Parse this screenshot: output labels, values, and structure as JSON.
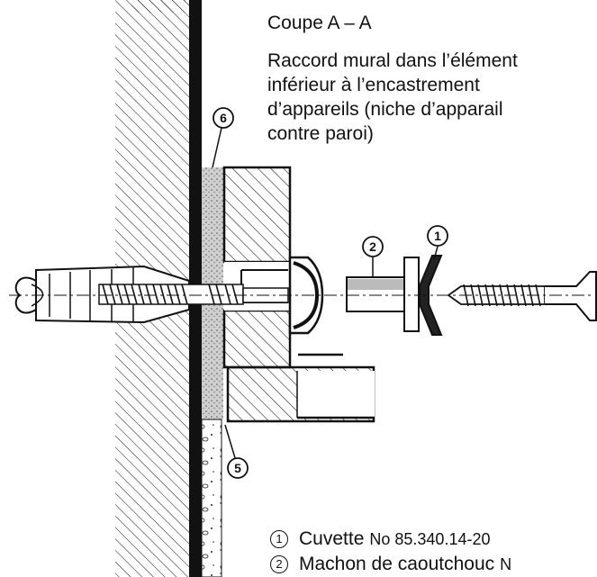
{
  "section_title": "Coupe A – A",
  "caption_lines": [
    "Raccord mural dans l’élément",
    "inférieur à l’encastrement",
    "d’appareils (niche d’apparail",
    "contre paroi)"
  ],
  "callouts": {
    "c1": "1",
    "c2": "2",
    "c5": "5",
    "c6": "6"
  },
  "legend": [
    {
      "num": "1",
      "label": "Cuvette",
      "code": "No 85.340.14-20"
    },
    {
      "num": "2",
      "label": "Machon de caoutchouc",
      "code": "N"
    }
  ]
}
